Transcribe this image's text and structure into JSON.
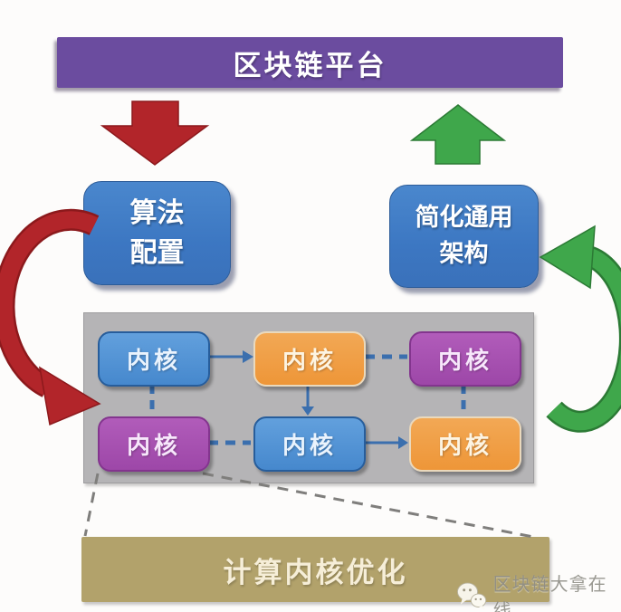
{
  "header": {
    "title": "区块链平台"
  },
  "flow": {
    "left_box": {
      "line1": "算法",
      "line2": "配置"
    },
    "right_box": {
      "line1": "简化通用",
      "line2": "架构"
    }
  },
  "kernel_panel": {
    "kernels": [
      {
        "pos": "row1-col1",
        "color": "blue",
        "label": "内核"
      },
      {
        "pos": "row1-col2",
        "color": "orange",
        "label": "内核"
      },
      {
        "pos": "row1-col3",
        "color": "purple",
        "label": "内核"
      },
      {
        "pos": "row2-col1",
        "color": "purple",
        "label": "内核"
      },
      {
        "pos": "row2-col2",
        "color": "blue",
        "label": "内核"
      },
      {
        "pos": "row2-col3",
        "color": "orange",
        "label": "内核"
      }
    ]
  },
  "bottom_banner": {
    "title": "计算内核优化"
  },
  "watermark": {
    "icon": "wechat-icon",
    "text": "区块链大拿在线"
  },
  "colors": {
    "banner_purple": "#6b4c9f",
    "box_blue": "#3c79c4",
    "kernel_blue": "#4e8ed2",
    "kernel_orange": "#f09d44",
    "kernel_purple": "#a44fae",
    "arrow_red": "#b2252a",
    "arrow_green": "#3fa74b",
    "connector_blue": "#3b6fae",
    "panel_gray": "#b5b4b6",
    "banner_tan": "#b2a26b"
  }
}
